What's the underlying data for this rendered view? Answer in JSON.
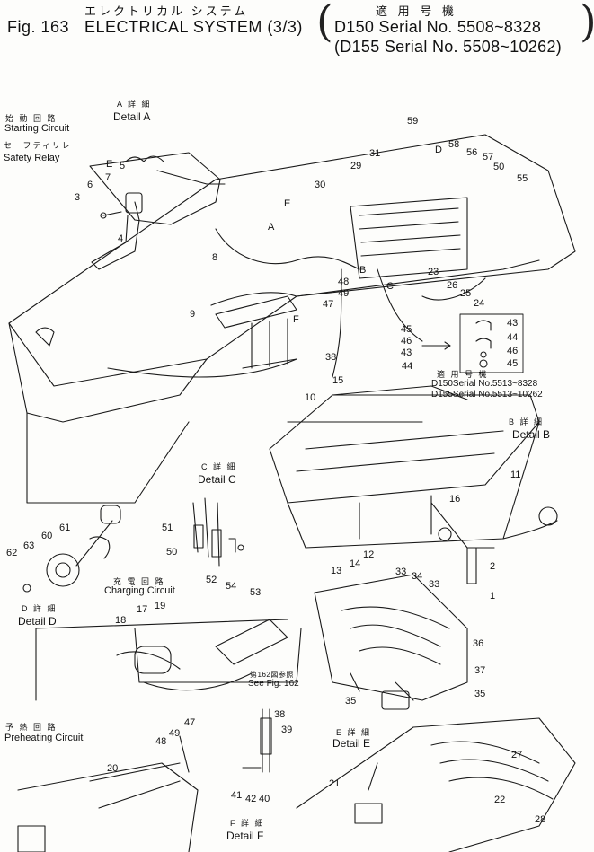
{
  "header": {
    "fig_no": "Fig. 163",
    "jp_title": "エレクトリカル システム",
    "en_title": "ELECTRICAL SYSTEM (3/3)",
    "jp_applicability": "適 用 号 機",
    "serial_1": "D150 Serial No. 5508~8328",
    "serial_2": "(D155 Serial No. 5508~10262)"
  },
  "labels": {
    "detail_a_jp": "A 詳 細",
    "detail_a": "Detail A",
    "starting_jp": "始 動 回 路",
    "starting": "Starting Circuit",
    "safety_jp": "セーフティリレー",
    "safety": "Safety Relay",
    "detail_b_jp": "B 詳 細",
    "detail_b": "Detail B",
    "detail_c_jp": "C 詳 細",
    "detail_c": "Detail C",
    "charging_jp": "充 電 回 路",
    "charging": "Charging Circuit",
    "detail_d_jp": "D 詳 細",
    "detail_d": "Detail D",
    "see_jp": "第162図参照",
    "see": "See Fig. 162",
    "preheat_jp": "予 熱 回 路",
    "preheat": "Preheating Circuit",
    "detail_e_jp": "E 詳 細",
    "detail_e": "Detail E",
    "detail_f_jp": "F 詳 細",
    "detail_f": "Detail F",
    "applic_jp": "適 用 号 機",
    "applic_1": "D150Serial  No.5513~8328",
    "applic_2": "D155Serial  No.5513~10262",
    "letter_a": "A",
    "letter_b": "B",
    "letter_c": "C",
    "letter_d": "D",
    "letter_e": "E",
    "letter_f": "F"
  },
  "part_numbers": [
    "1",
    "2",
    "3",
    "4",
    "5",
    "6",
    "7",
    "8",
    "9",
    "10",
    "11",
    "12",
    "13",
    "14",
    "15",
    "16",
    "17",
    "18",
    "19",
    "20",
    "21",
    "22",
    "23",
    "24",
    "25",
    "26",
    "27",
    "28",
    "29",
    "30",
    "31",
    "33",
    "34",
    "35",
    "36",
    "37",
    "38",
    "39",
    "40",
    "41",
    "42",
    "43",
    "44",
    "45",
    "46",
    "47",
    "48",
    "49",
    "50",
    "51",
    "52",
    "53",
    "54",
    "55",
    "56",
    "57",
    "58",
    "59",
    "60",
    "61",
    "62",
    "63"
  ]
}
